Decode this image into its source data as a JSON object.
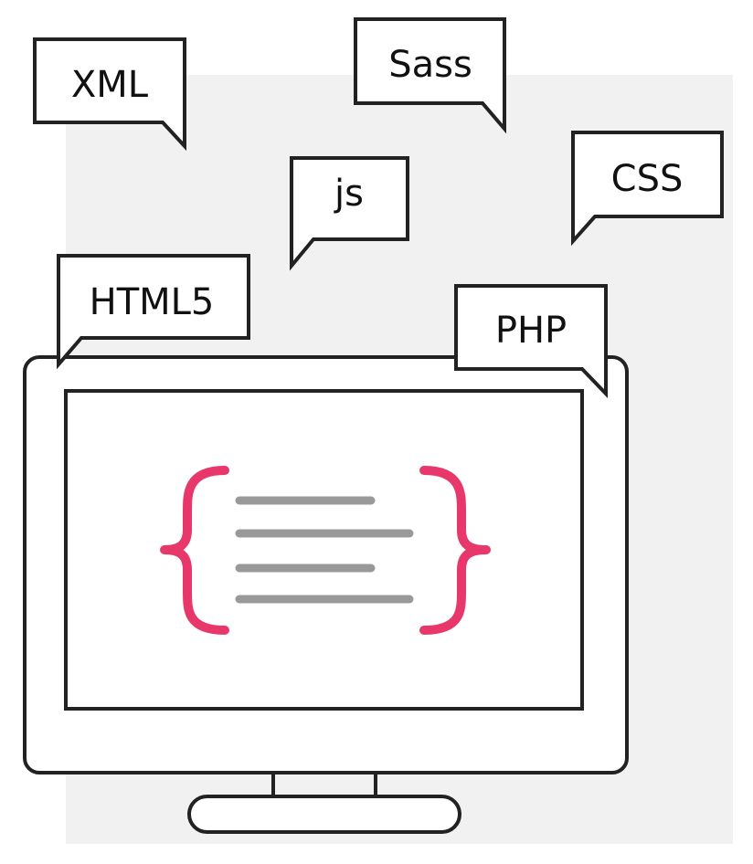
{
  "colors": {
    "background": "#ffffff",
    "backdrop": "#f0f1f0",
    "stroke": "#222222",
    "fill": "#ffffff",
    "brace_accent": "#e8376a",
    "code_lines": "#999999"
  },
  "bubbles": {
    "xml": "XML",
    "sass": "Sass",
    "js": "js",
    "css": "CSS",
    "html5": "HTML5",
    "php": "PHP"
  },
  "icons": {
    "monitor": "monitor-icon",
    "braces": "curly-braces-icon",
    "code_lines": "code-lines-icon"
  }
}
